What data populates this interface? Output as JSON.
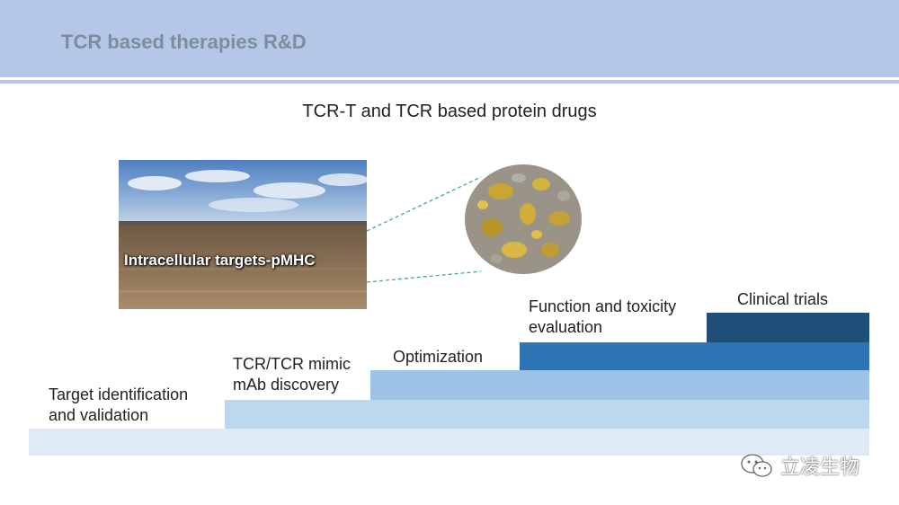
{
  "header": {
    "title": "TCR based therapies R&D"
  },
  "subtitle": "TCR-T and TCR based protein drugs",
  "photo": {
    "label": "Intracellular targets-pMHC"
  },
  "steps": [
    {
      "label": "Target identification\nand validation",
      "color": "#deebf7"
    },
    {
      "label": "TCR/TCR mimic\nmAb discovery",
      "color": "#bdd7ee"
    },
    {
      "label": "Optimization",
      "color": "#9dc3e6"
    },
    {
      "label": "Function and toxicity\nevaluation",
      "color": "#2e75b6"
    },
    {
      "label": "Clinical trials",
      "color": "#1f4e79"
    }
  ],
  "watermark": {
    "text": "立凌生物",
    "icon": "wechat-icon"
  },
  "colors": {
    "header": "#b4c7e7",
    "connector": "#3cb371"
  }
}
